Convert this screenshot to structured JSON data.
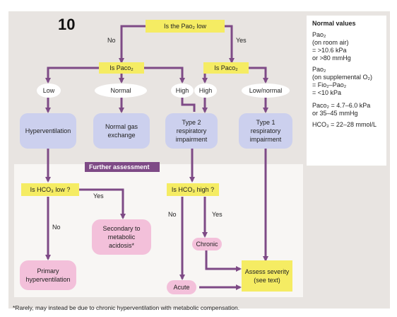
{
  "figure_number": "10",
  "start_question": "Is the Pao₂ low",
  "branch_no": "No",
  "branch_yes": "Yes",
  "paco2_question_left": "Is Paco₂",
  "paco2_question_right": "Is Paco₂",
  "outcomes_left": {
    "low": "Low",
    "normal": "Normal",
    "high": "High"
  },
  "outcomes_right": {
    "high": "High",
    "low_normal": "Low/normal"
  },
  "boxes": {
    "hyperventilation": "Hyperventilation",
    "normal_gas_exchange": "Normal gas\nexchange",
    "type2": "Type 2\nrespiratory\nimpairment",
    "type1": "Type 1\nrespiratory\nimpairment"
  },
  "further_assessment": "Further assessment",
  "hco3_low_question": "Is HCO₃ low ?",
  "hco3_low_yes": "Yes",
  "hco3_low_no": "No",
  "secondary_metabolic": "Secondary to\nmetabolic\nacidosis*",
  "primary_hyperventilation": "Primary\nhyperventilation",
  "hco3_high_question": "Is HCO₃ high ?",
  "hco3_high_no": "No",
  "hco3_high_yes": "Yes",
  "chronic": "Chronic",
  "acute": "Acute",
  "assess_severity": "Assess severity\n(see text)",
  "legend": {
    "title": "Normal values",
    "lines": [
      "Pao₂",
      "(on room air)",
      "  = >10.6 kPa",
      "     or >80 mmHg",
      "Pao₂",
      "(on supplemental O₂)",
      "  = Fio₂–Pao₂",
      "  = <10 kPa",
      "Paco₂ = 4.7–6.0 kPa",
      "   or 35–45 mmHg",
      "HCO₃ = 22–28 mmol/L"
    ]
  },
  "footnote": "*Rarely, may instead be due to chronic hyperventilation with metabolic compensation.",
  "colors": {
    "arrow": "#7e4a86",
    "question": "#f5ec63",
    "result": "#ccd0ee",
    "terminal": "#f3c0da",
    "background": "#e8e4e1"
  }
}
